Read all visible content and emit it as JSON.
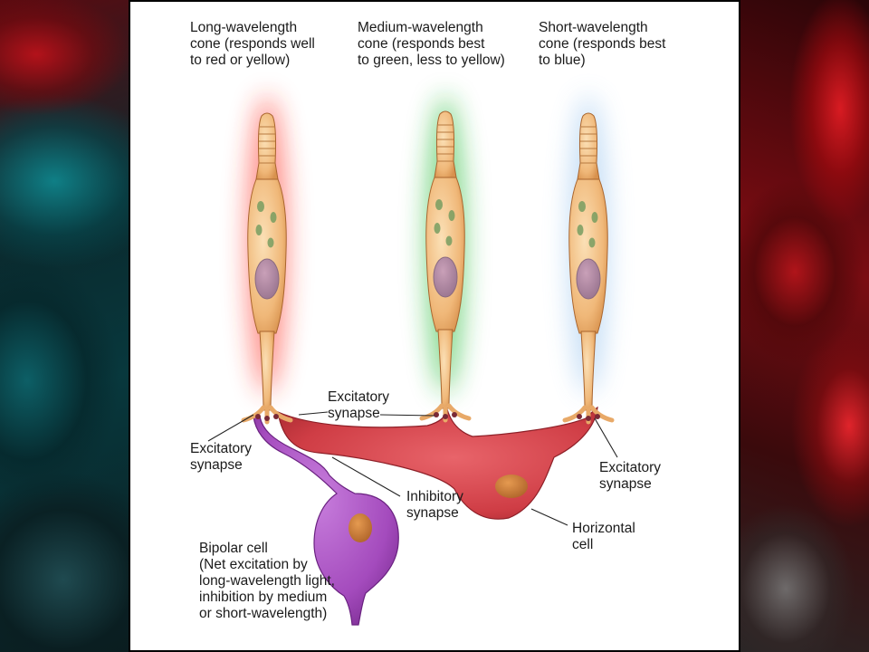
{
  "cones": [
    {
      "line1": "Long-wavelength",
      "line2": "cone (responds well",
      "line3": "to red or yellow)",
      "glow": "#ff3b2f"
    },
    {
      "line1": "Medium-wavelength",
      "line2": "cone (responds best",
      "line3": "to green, less to yellow)",
      "glow": "#2ec23a"
    },
    {
      "line1": "Short-wavelength",
      "line2": "cone (responds best",
      "line3": "to blue)",
      "glow": "#8ec0ee"
    }
  ],
  "labels": {
    "excitatory_top": {
      "line1": "Excitatory",
      "line2": "synapse"
    },
    "excitatory_left": {
      "line1": "Excitatory",
      "line2": "synapse"
    },
    "excitatory_right": {
      "line1": "Excitatory",
      "line2": "synapse"
    },
    "inhibitory": {
      "line1": "Inhibitory",
      "line2": "synapse"
    },
    "horizontal": {
      "line1": "Horizontal",
      "line2": "cell"
    },
    "bipolar": {
      "line1": "Bipolar cell",
      "line2": "(Net excitation by",
      "line3": "long-wavelength light,",
      "line4": "inhibition by medium",
      "line5": "or short-wavelength)"
    }
  },
  "colors": {
    "cone_body": "#f3c48a",
    "horizontal_cell": "#d2464d",
    "bipolar_cell": "#a84bc0",
    "nucleus": "#c97a3a"
  }
}
